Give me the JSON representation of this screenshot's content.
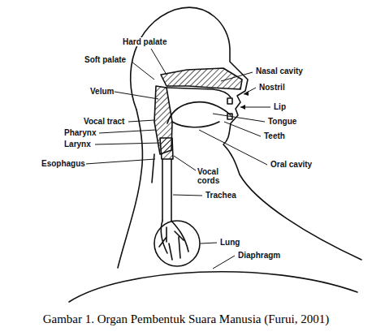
{
  "diagram": {
    "caption": "Gambar 1. Organ Pembentuk Suara Manusia (Furui, 2001)",
    "labels": [
      "Hard palate",
      "Soft palate",
      "Nasal cavity",
      "Velum",
      "Nostril",
      "Lip",
      "Vocal tract",
      "Tongue",
      "Pharynx",
      "Teeth",
      "Larynx",
      "Oral cavity",
      "Esophagus",
      "Vocal cords",
      "Trachea",
      "Lung",
      "Diaphragm"
    ]
  }
}
